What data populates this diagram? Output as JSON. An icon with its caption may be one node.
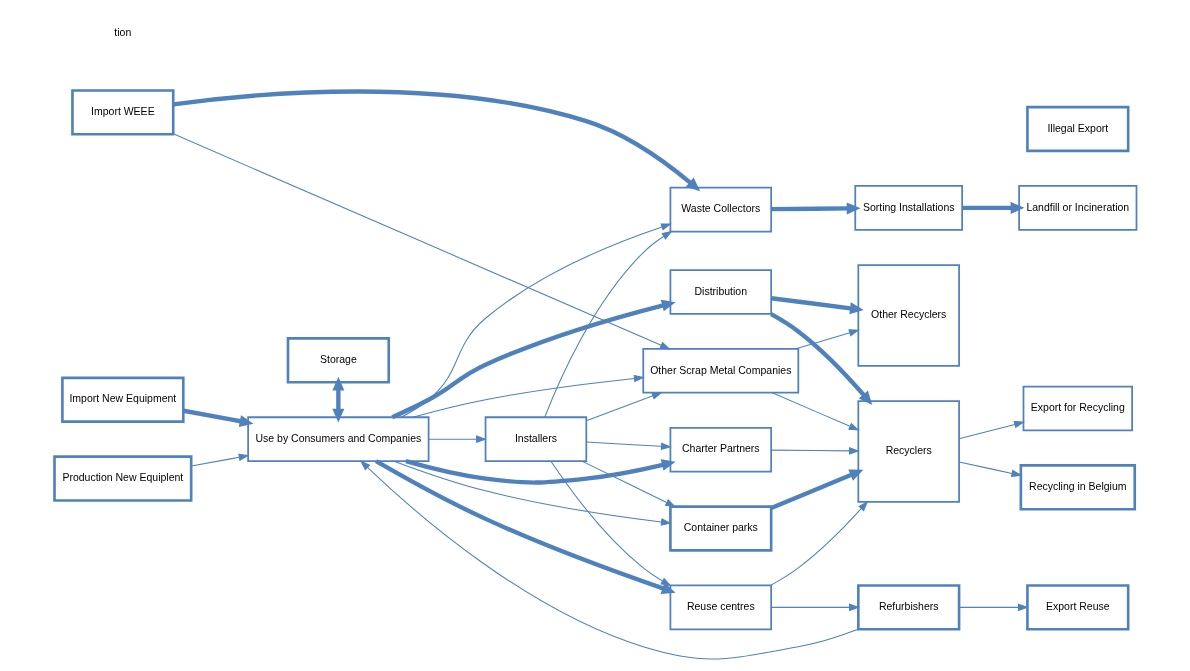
{
  "diagram": {
    "nodes": [
      {
        "text": [
          "Production New Equiplent"
        ]
      },
      {
        "text": [
          "Import New Equipment"
        ]
      },
      {
        "text": [
          "Import WEEE"
        ]
      },
      {
        "text": [
          "Storage"
        ]
      },
      {
        "text": [
          "Use by Consumers and Companies"
        ]
      },
      {
        "text": [
          "Installers"
        ]
      },
      {
        "text": [
          "Reuse centres"
        ]
      },
      {
        "text": [
          "Container parks"
        ]
      },
      {
        "text": [
          "Charter Partners"
        ]
      },
      {
        "text": [
          "Distribution"
        ]
      },
      {
        "text": [
          "Other Scrap Metal Companies"
        ]
      },
      {
        "text": [
          "Waste Collectors"
        ]
      },
      {
        "text": [
          "Refurbishers"
        ]
      },
      {
        "text": [
          "Recyclers"
        ]
      },
      {
        "text": [
          "Other Recyclers"
        ]
      },
      {
        "text": [
          "Export Reuse"
        ]
      },
      {
        "text": [
          "Illegal Export"
        ]
      },
      {
        "text": [
          "Recycling in Belgium"
        ]
      },
      {
        "text": [
          "Export for Recycling"
        ]
      },
      {
        "text": [
          "Sorting Installations"
        ]
      },
      {
        "text": [
          "Landfill or Incineration"
        ]
      }
    ],
    "edges": [
      {
        "from": 0,
        "to": 4,
        "arrow": "to"
      },
      {
        "from": 1,
        "to": 4,
        "arrow": "to",
        "style": "thick"
      },
      {
        "from": 3,
        "to": 4,
        "arrow": "both",
        "style": "thick"
      },
      {
        "from": 12,
        "to": 4,
        "arrow": "to"
      },
      {
        "from": 4,
        "to": 5,
        "arrow": "to"
      },
      {
        "from": 4,
        "to": 6,
        "arrow": "to",
        "style": "thick"
      },
      {
        "from": 4,
        "to": 7,
        "arrow": "to"
      },
      {
        "from": 4,
        "to": 8,
        "arrow": "to",
        "style": "thick"
      },
      {
        "from": 4,
        "to": 9,
        "arrow": "to",
        "style": "thick"
      },
      {
        "from": 4,
        "to": 10,
        "arrow": "to"
      },
      {
        "from": 4,
        "to": 11,
        "arrow": "to"
      },
      {
        "from": 5,
        "to": 6,
        "arrow": "to"
      },
      {
        "from": 5,
        "to": 7,
        "arrow": "to"
      },
      {
        "from": 5,
        "to": 8,
        "arrow": "to"
      },
      {
        "from": 5,
        "to": 10,
        "arrow": "to"
      },
      {
        "from": 5,
        "to": 11,
        "arrow": "to"
      },
      {
        "from": 2,
        "to": 10,
        "arrow": "to"
      },
      {
        "from": 2,
        "to": 11,
        "arrow": "to",
        "style": "thick"
      },
      {
        "from": 6,
        "to": 12,
        "arrow": "to"
      },
      {
        "from": 6,
        "to": 13,
        "arrow": "to"
      },
      {
        "from": 7,
        "to": 13,
        "arrow": "to",
        "style": "thick"
      },
      {
        "from": 8,
        "to": 13,
        "arrow": "to"
      },
      {
        "from": 9,
        "to": 13,
        "arrow": "to",
        "style": "thick"
      },
      {
        "from": 9,
        "to": 14,
        "arrow": "to",
        "style": "thick"
      },
      {
        "from": 10,
        "to": 13,
        "arrow": "to"
      },
      {
        "from": 10,
        "to": 14,
        "arrow": "to"
      },
      {
        "from": 12,
        "to": 15,
        "arrow": "to"
      },
      {
        "from": 13,
        "to": 17,
        "arrow": "to"
      },
      {
        "from": 13,
        "to": 18,
        "arrow": "to"
      },
      {
        "from": 11,
        "to": 19,
        "arrow": "to",
        "style": "thick"
      },
      {
        "from": 19,
        "to": 20,
        "arrow": "to",
        "style": "thick"
      }
    ],
    "labels": [
      "tion"
    ]
  }
}
